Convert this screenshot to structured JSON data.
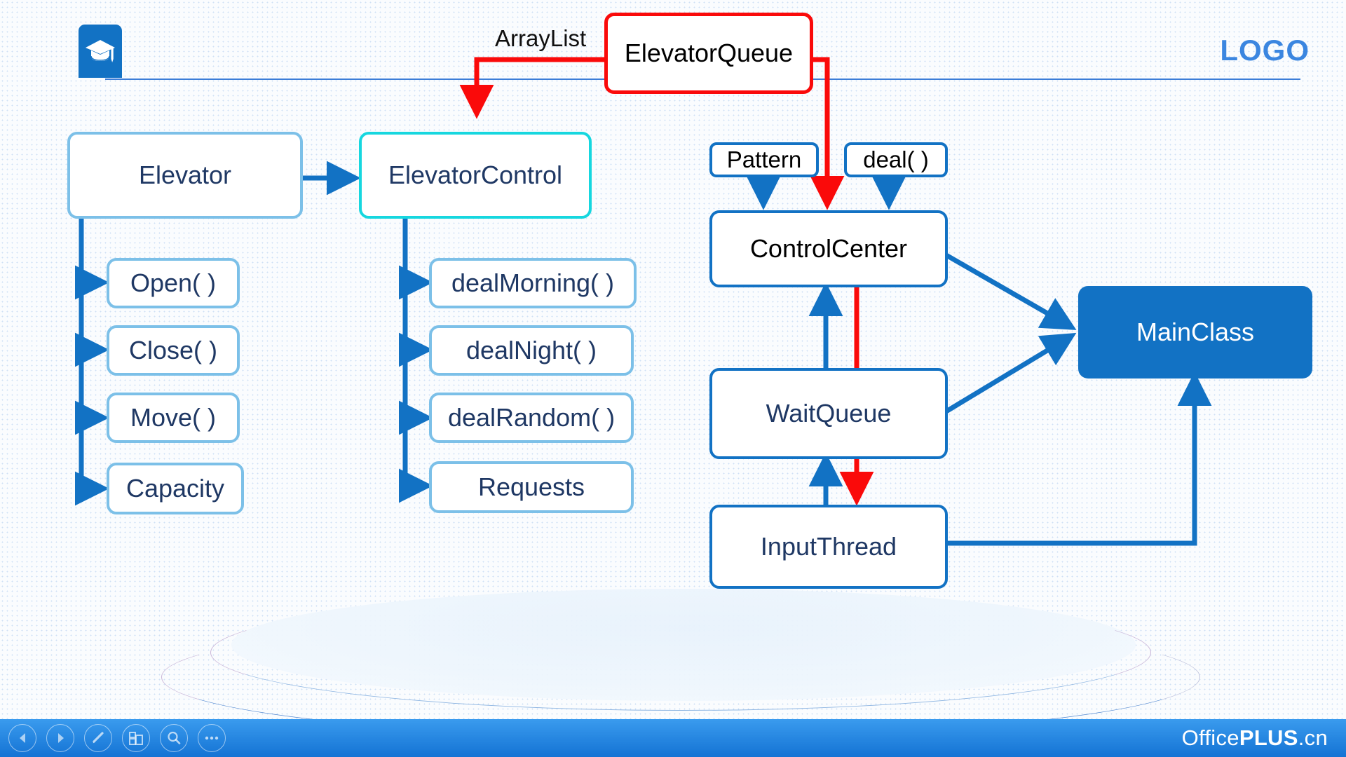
{
  "header": {
    "logo_icon": "graduation-cap-icon",
    "logo_text": "LOGO",
    "accent_color": "#3b86e0",
    "rule_color": "#3b7dd8",
    "badge_color": "#1272c4"
  },
  "diagram": {
    "title": "",
    "nodes": [
      {
        "id": "elevator",
        "label": "Elevator",
        "style": "lightblue"
      },
      {
        "id": "elevator-control",
        "label": "ElevatorControl",
        "style": "cyan"
      },
      {
        "id": "open",
        "label": "Open( )",
        "style": "lightblue"
      },
      {
        "id": "close",
        "label": "Close( )",
        "style": "lightblue"
      },
      {
        "id": "move",
        "label": "Move( )",
        "style": "lightblue"
      },
      {
        "id": "capacity",
        "label": "Capacity",
        "style": "lightblue"
      },
      {
        "id": "deal-morning",
        "label": "dealMorning( )",
        "style": "lightblue"
      },
      {
        "id": "deal-night",
        "label": "dealNight( )",
        "style": "lightblue"
      },
      {
        "id": "deal-random",
        "label": "dealRandom( )",
        "style": "lightblue"
      },
      {
        "id": "requests",
        "label": "Requests",
        "style": "lightblue"
      },
      {
        "id": "elevator-queue",
        "label": "ElevatorQueue",
        "style": "red"
      },
      {
        "id": "pattern",
        "label": "Pattern",
        "style": "blue"
      },
      {
        "id": "deal",
        "label": "deal( )",
        "style": "blue"
      },
      {
        "id": "control-center",
        "label": "ControlCenter",
        "style": "blue"
      },
      {
        "id": "wait-queue",
        "label": "WaitQueue",
        "style": "blue"
      },
      {
        "id": "input-thread",
        "label": "InputThread",
        "style": "blue"
      },
      {
        "id": "main-class",
        "label": "MainClass",
        "style": "solid"
      }
    ],
    "edge_labels": [
      {
        "id": "arraylist",
        "label": "ArrayList"
      }
    ],
    "colors": {
      "light_blue_border": "#7cc0e8",
      "cyan_border": "#16d7df",
      "blue_border": "#1272c4",
      "red_border": "#fa0a0a",
      "solid_fill": "#1272c4",
      "text_navy": "#1f3864",
      "text_black": "#000000",
      "arrow_blue": "#1272c4",
      "arrow_red": "#fa0a0a"
    }
  },
  "bottom_bar": {
    "buttons": [
      {
        "name": "previous-slide-button",
        "icon": "triangle-left-icon"
      },
      {
        "name": "next-slide-button",
        "icon": "triangle-right-icon"
      },
      {
        "name": "pen-tool-button",
        "icon": "pen-icon"
      },
      {
        "name": "slide-layout-button",
        "icon": "layout-icon"
      },
      {
        "name": "zoom-button",
        "icon": "magnifier-icon"
      },
      {
        "name": "more-options-button",
        "icon": "ellipsis-icon"
      }
    ],
    "brand_prefix": "Office",
    "brand_strong": "PLUS",
    "brand_suffix": ".cn"
  }
}
